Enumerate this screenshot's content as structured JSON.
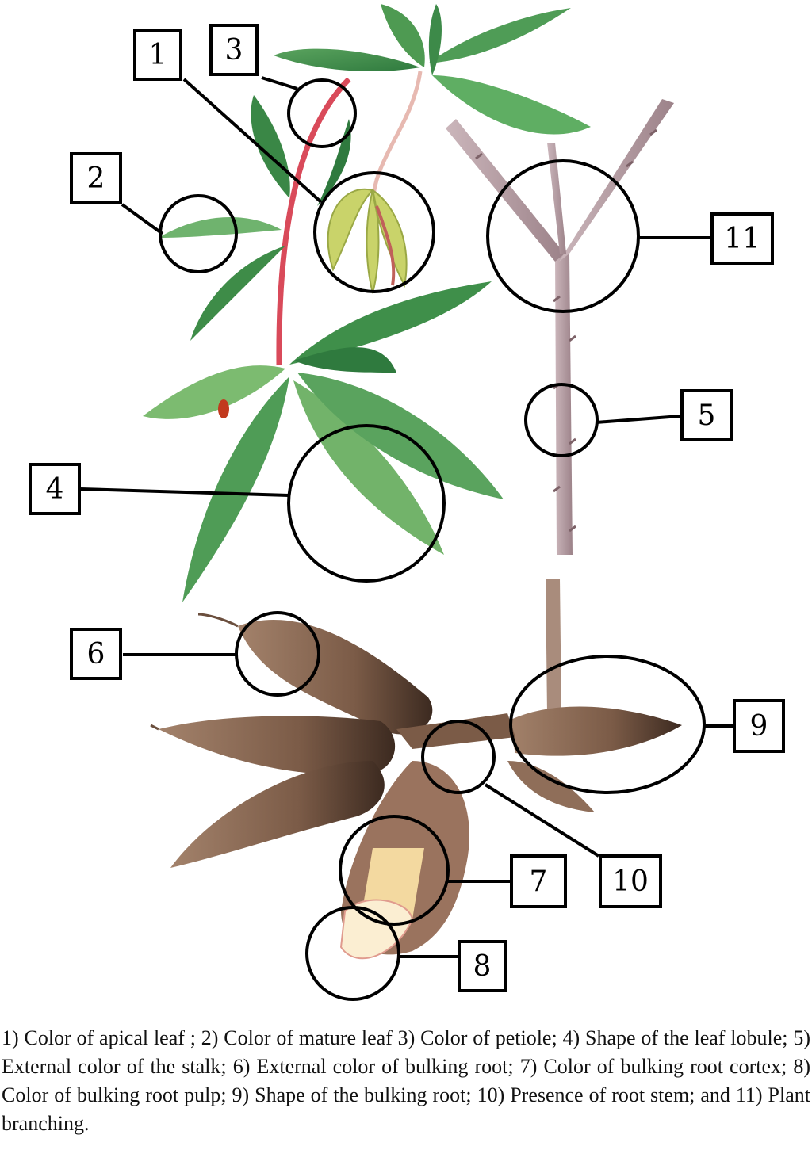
{
  "labels": {
    "l1": "1",
    "l2": "2",
    "l3": "3",
    "l4": "4",
    "l5": "5",
    "l6": "6",
    "l7": "7",
    "l8": "8",
    "l9": "9",
    "l10": "10",
    "l11": "11"
  },
  "caption": "1) Color of apical leaf ; 2) Color of mature leaf 3) Color of petiole; 4) Shape of the leaf lobule; 5) External color of the stalk; 6) External color of bulking root; 7) Color of bulking root cortex; 8) Color of bulking root pulp; 9) Shape of the bulking root; 10) Presence of root stem; and 11) Plant branching.",
  "colors": {
    "leaf_dark": "#3f8f4a",
    "leaf_light": "#8cc47a",
    "apical_leaf": "#c9d36a",
    "petiole": "#d94a5a",
    "stem": "#b8a0a6",
    "root": "#8a6a55",
    "root_dark": "#4a3428",
    "cortex": "#f3d9a0",
    "pulp": "#fbeed2",
    "outline": "#000000"
  }
}
